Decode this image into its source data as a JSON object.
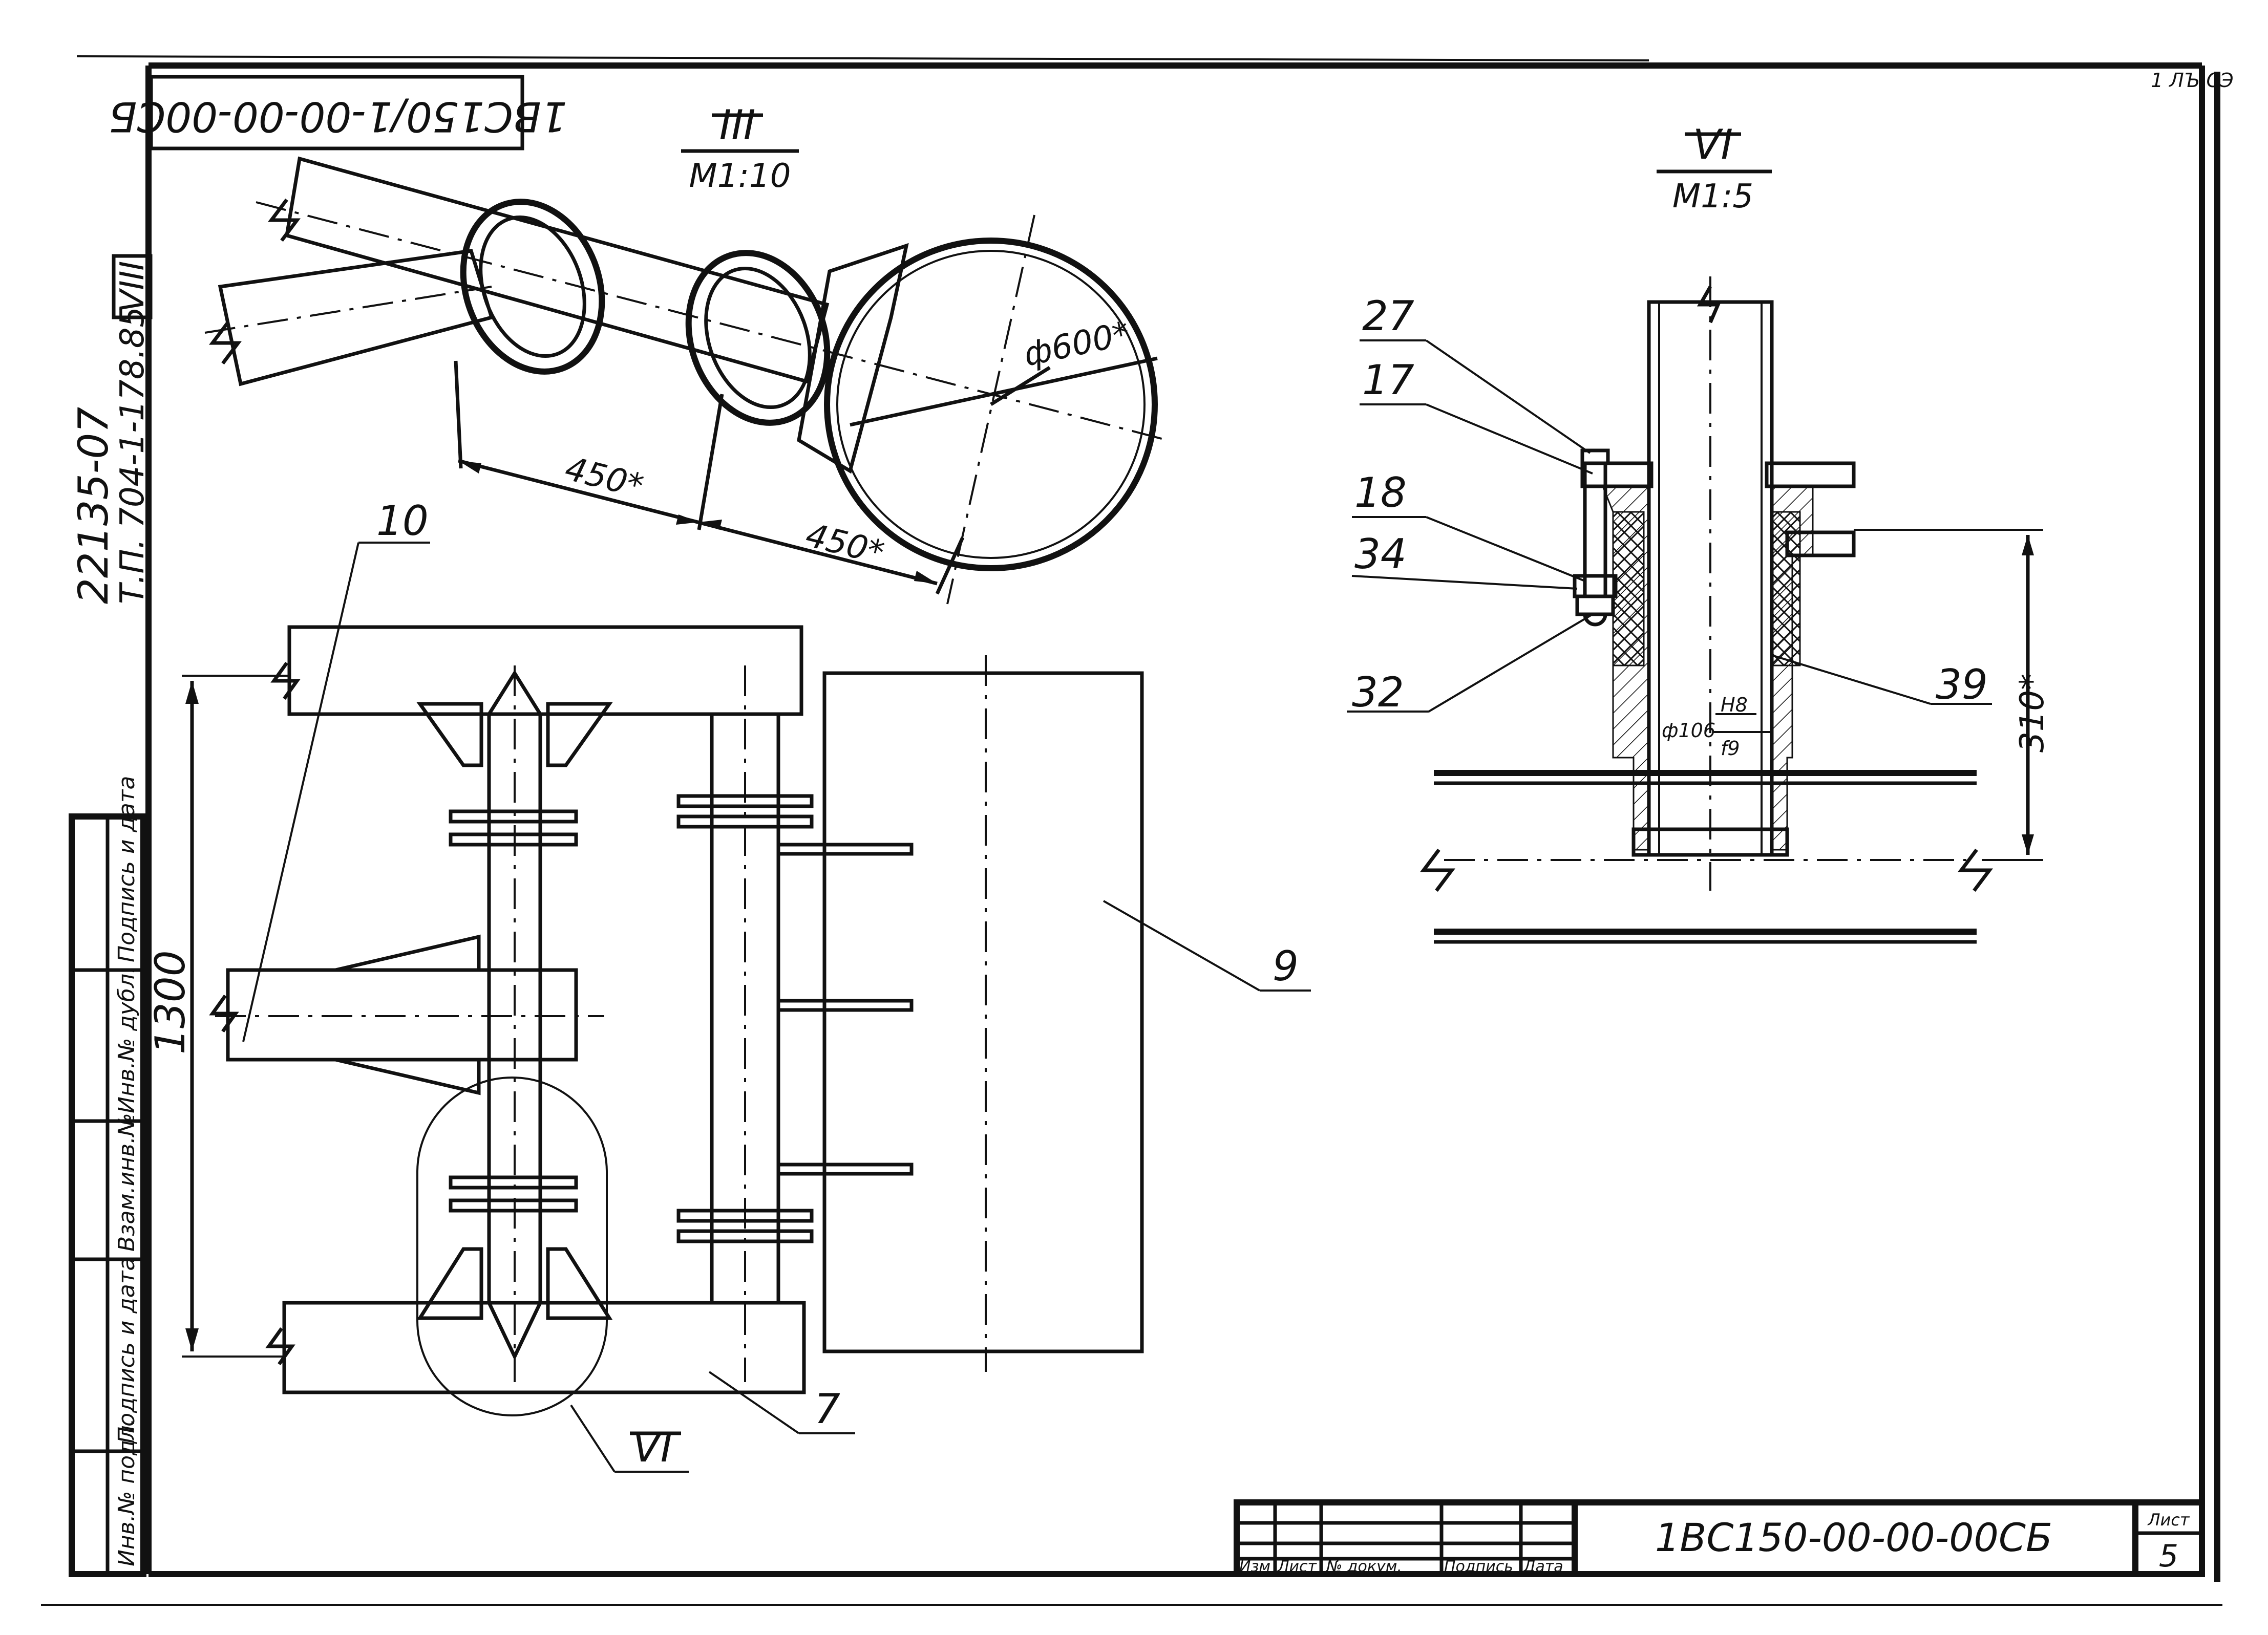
{
  "stamp": {
    "code": "1ВС150/1-00-00-00СБ"
  },
  "side_notes": {
    "line1": "22135-07",
    "line2": "Т.П. 704-1-178.85",
    "volume": "VIII"
  },
  "view_III": {
    "title": "III",
    "scale": "М1:10",
    "dim_diameter": "ф600*",
    "dim_450a": "450*",
    "dim_450b": "450*"
  },
  "view_VI": {
    "title": "VI",
    "scale": "М1:5",
    "dim_310": "310*",
    "fit_label": "ф106",
    "fit_upper": "Н8",
    "fit_lower": "f9"
  },
  "callouts": {
    "c27": "27",
    "c17": "17",
    "c18": "18",
    "c34": "34",
    "c32": "32",
    "c39": "39",
    "c10": "10",
    "c9": "9",
    "c7": "7",
    "cVI": "VI"
  },
  "main_view": {
    "dim_1300": "1300"
  },
  "left_strip": [
    "Инв.№ подл.",
    "Подпись и дата",
    "Взам.инв.№",
    "Инв.№ дубл.",
    "Подпись и дата"
  ],
  "title_block": {
    "headers": [
      "Изм",
      "Лист",
      "№ докум.",
      "Подпись",
      "Дата"
    ],
    "doc_number": "1ВС150-00-00-00СБ",
    "sheet_label": "Лист",
    "sheet_number": "5"
  },
  "corner_mark": "1 ЛЪ СЭ"
}
